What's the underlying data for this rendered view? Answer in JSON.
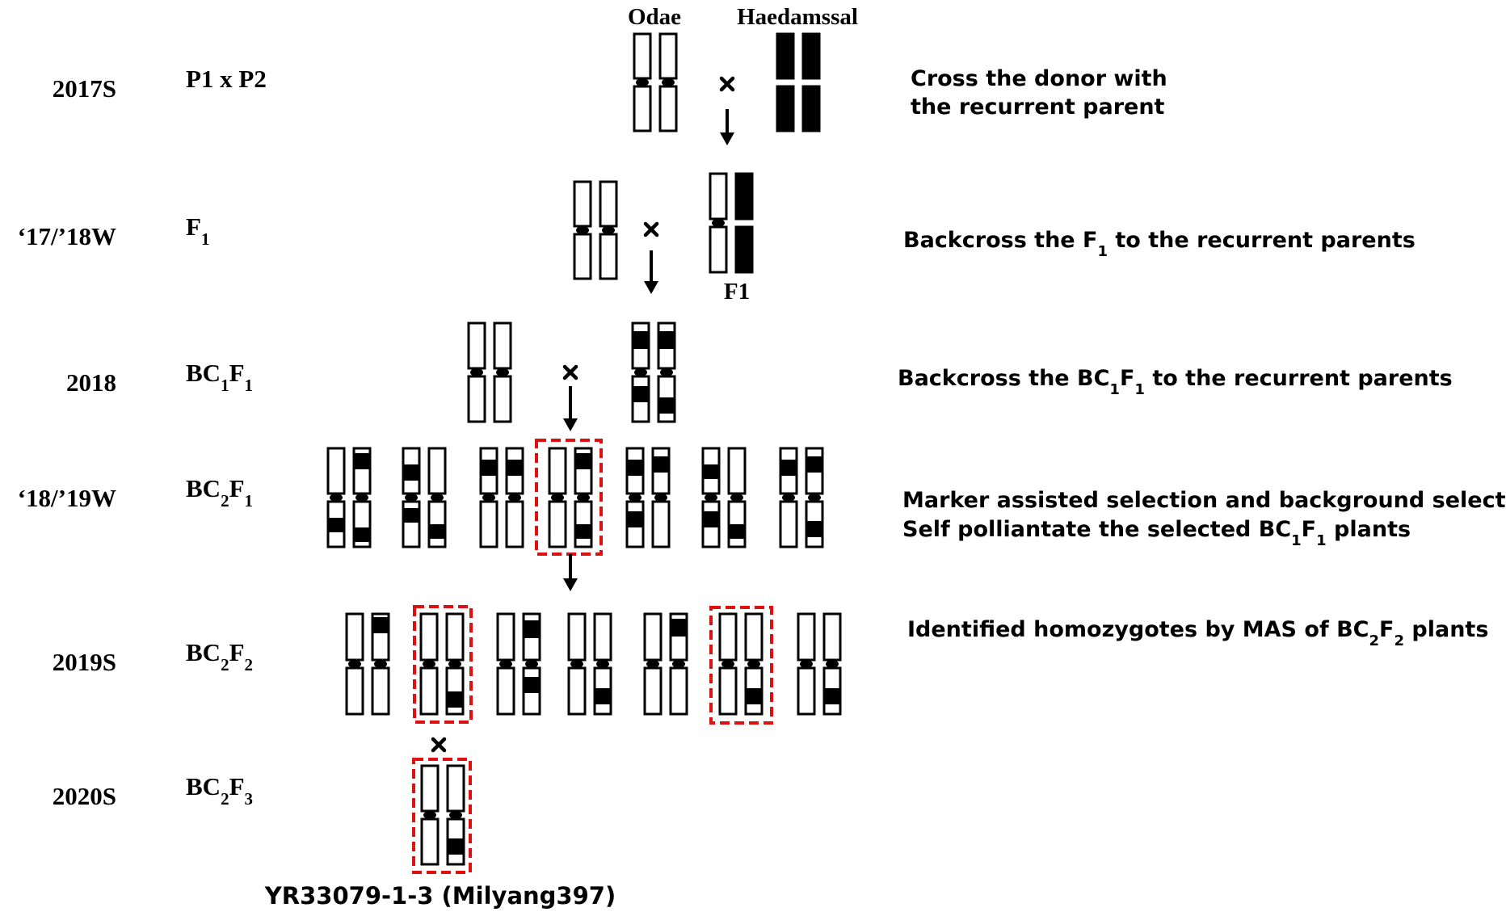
{
  "parents": {
    "p1": "Odae",
    "p2": "Haedamssal"
  },
  "f1_label": "F1",
  "rows": [
    {
      "id": "r2017",
      "year": "2017S",
      "gen": {
        "pre": "P1 x P2"
      },
      "note": [
        [
          {
            "t": "Cross the donor with"
          }
        ],
        [
          {
            "t": "the recurrent parent"
          }
        ]
      ]
    },
    {
      "id": "r1718",
      "year": "‘17/’18W",
      "gen": {
        "pre": "F",
        "s1": "1"
      },
      "note": [
        [
          {
            "t": "Backcross  the F"
          },
          {
            "sub": "1"
          },
          {
            "t": " to the recurrent parents"
          }
        ]
      ]
    },
    {
      "id": "r2018",
      "year": "2018",
      "gen": {
        "pre": "BC",
        "s1": "1",
        "mid": "F",
        "s2": "1"
      },
      "note": [
        [
          {
            "t": "Backcross  the BC"
          },
          {
            "sub": "1"
          },
          {
            "t": "F"
          },
          {
            "sub": "1"
          },
          {
            "t": " to the recurrent parents"
          }
        ]
      ]
    },
    {
      "id": "r1819",
      "year": "‘18/’19W",
      "gen": {
        "pre": "BC",
        "s1": "2",
        "mid": "F",
        "s2": "1"
      },
      "note": [
        [
          {
            "t": "Marker assisted selection and background selection"
          }
        ],
        [
          {
            "t": "Self polliantate the selected BC"
          },
          {
            "sub": "1"
          },
          {
            "t": "F"
          },
          {
            "sub": "1"
          },
          {
            "t": " plants"
          }
        ]
      ]
    },
    {
      "id": "r2019",
      "year": "2019S",
      "gen": {
        "pre": "BC",
        "s1": "2",
        "mid": "F",
        "s2": "2"
      },
      "note": [
        [
          {
            "t": "Identified homozygotes by MAS of BC"
          },
          {
            "sub": "2"
          },
          {
            "t": "F"
          },
          {
            "sub": "2"
          },
          {
            "t": " plants"
          }
        ]
      ]
    },
    {
      "id": "r2020",
      "year": "2020S",
      "gen": {
        "pre": "BC",
        "s1": "2",
        "mid": "F",
        "s2": "3"
      },
      "note": []
    }
  ],
  "final_line": {
    "name": "YR33079-1-3  (Milyang397)"
  },
  "colors": {
    "ink": "#000000",
    "highlight": "#e01010",
    "background": "#ffffff"
  }
}
